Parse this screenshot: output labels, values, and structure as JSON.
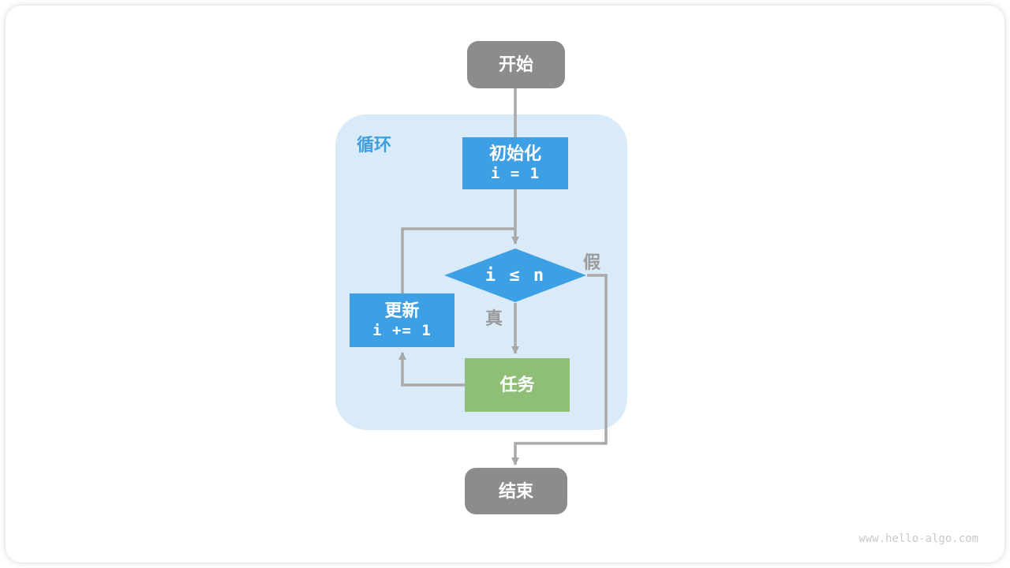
{
  "diagram": {
    "title_region_label": "循环",
    "nodes": {
      "start": {
        "label": "开始"
      },
      "init": {
        "label": "初始化",
        "code": "i = 1"
      },
      "condition": {
        "label": "i ≤ n"
      },
      "update": {
        "label": "更新",
        "code": "i += 1"
      },
      "task": {
        "label": "任务"
      },
      "end": {
        "label": "结束"
      }
    },
    "edge_labels": {
      "true_branch": "真",
      "false_branch": "假"
    },
    "colors": {
      "process_blue": "#3da0e4",
      "loop_container_blue": "#d9eaf8",
      "task_green": "#8fbe77",
      "terminal_gray": "#8c8c8c",
      "arrow_gray": "#a9a9a9",
      "edge_label_gray": "#9a9a9a",
      "loop_label_blue": "#3d9fe0",
      "watermark_gray": "#c9c9c9"
    },
    "watermark": "www.hello-algo.com"
  }
}
